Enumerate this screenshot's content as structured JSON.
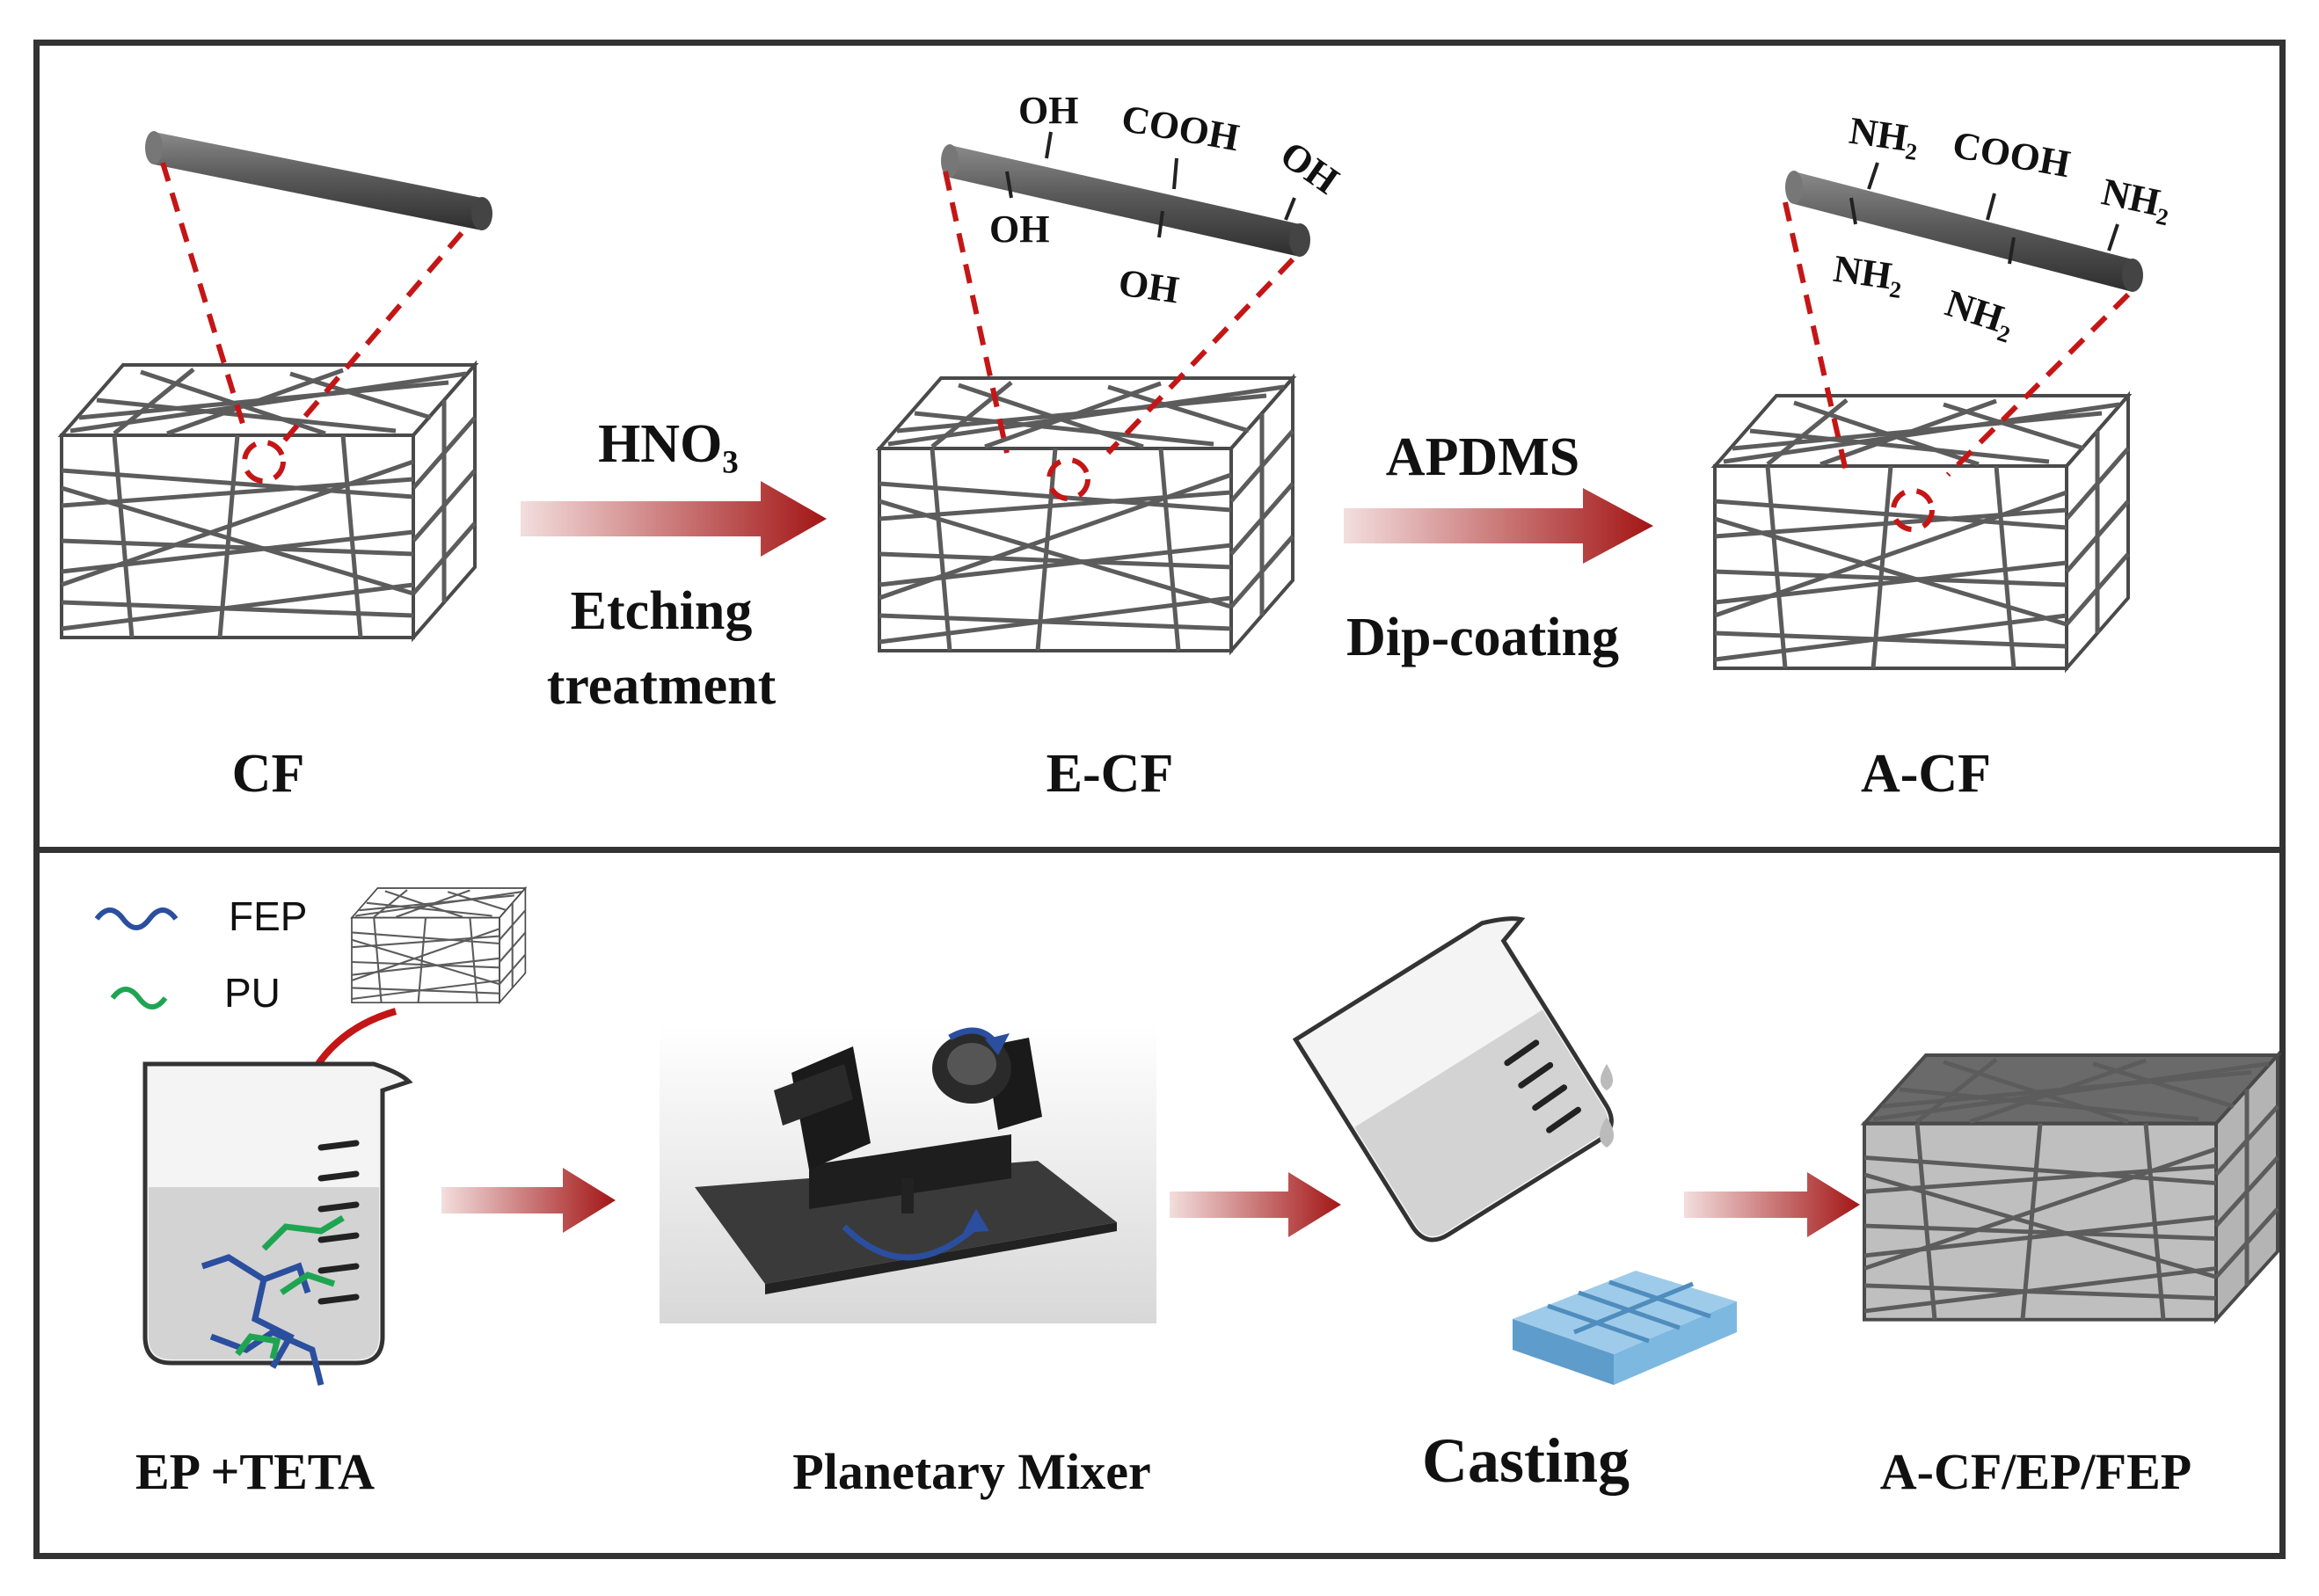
{
  "top": {
    "stages": [
      {
        "label": "CF"
      },
      {
        "label": "E-CF",
        "groups": [
          "OH",
          "COOH",
          "OH",
          "OH",
          "OH"
        ]
      },
      {
        "label": "A-CF",
        "groups": [
          "NH₂",
          "COOH",
          "NH₂",
          "NH₂",
          "NH₂"
        ]
      }
    ],
    "arrow1": {
      "above": "HNO₃",
      "below_line1": "Etching",
      "below_line2": "treatment"
    },
    "arrow2": {
      "above": "APDMS",
      "below": "Dip-coating"
    }
  },
  "bottom": {
    "legend": [
      {
        "label": "FEP",
        "color": "#2b4f9e"
      },
      {
        "label": "PU",
        "color": "#1fa552"
      }
    ],
    "steps": [
      {
        "label": "EP +TETA"
      },
      {
        "label": "Planetary Mixer"
      },
      {
        "label": "Casting"
      },
      {
        "label": "A-CF/EP/FEP"
      }
    ]
  },
  "colors": {
    "arrow": "#a31515",
    "dashed": "#c41616",
    "fiber": "#555555",
    "frame": "#333333",
    "mold": "#7db8e0"
  }
}
